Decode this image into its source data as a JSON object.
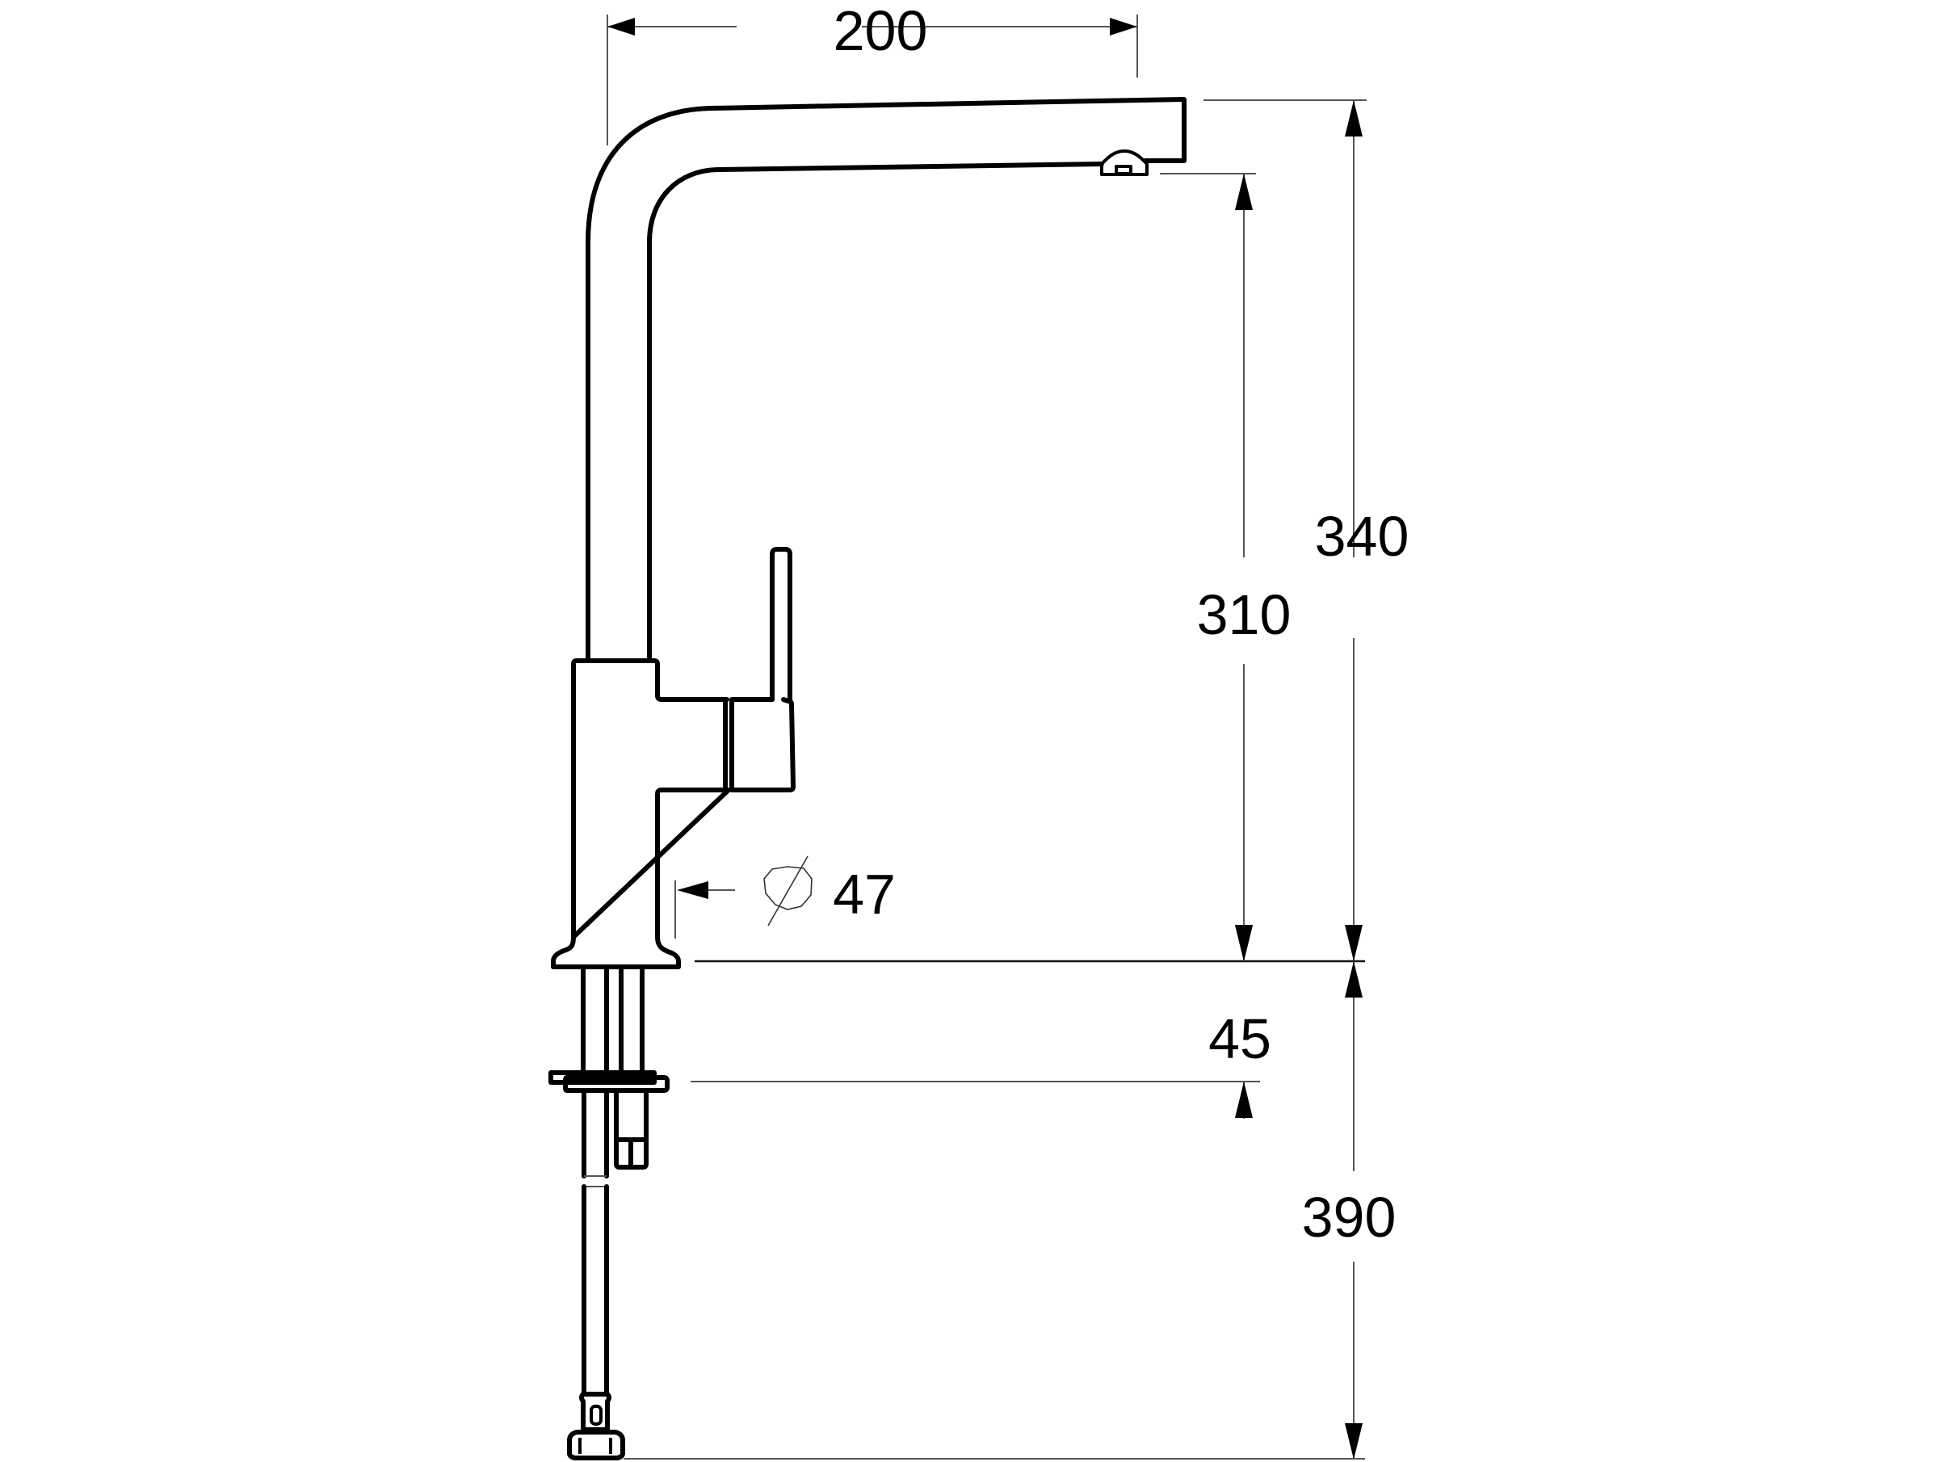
{
  "drawing": {
    "subject": "Kitchen mixer tap, side elevation",
    "units": "mm",
    "background": "#ffffff",
    "line_color": "#000000",
    "dimensions": {
      "spout_reach": {
        "label": "200",
        "orientation": "horizontal"
      },
      "total_height": {
        "label": "340",
        "orientation": "vertical"
      },
      "spout_outlet_height": {
        "label": "310",
        "orientation": "vertical"
      },
      "body_diameter": {
        "symbol": "diameter-icon",
        "label": "47"
      },
      "max_deck_thickness": {
        "label": "45",
        "orientation": "vertical"
      },
      "hose_length": {
        "label": "390",
        "orientation": "vertical"
      }
    }
  }
}
